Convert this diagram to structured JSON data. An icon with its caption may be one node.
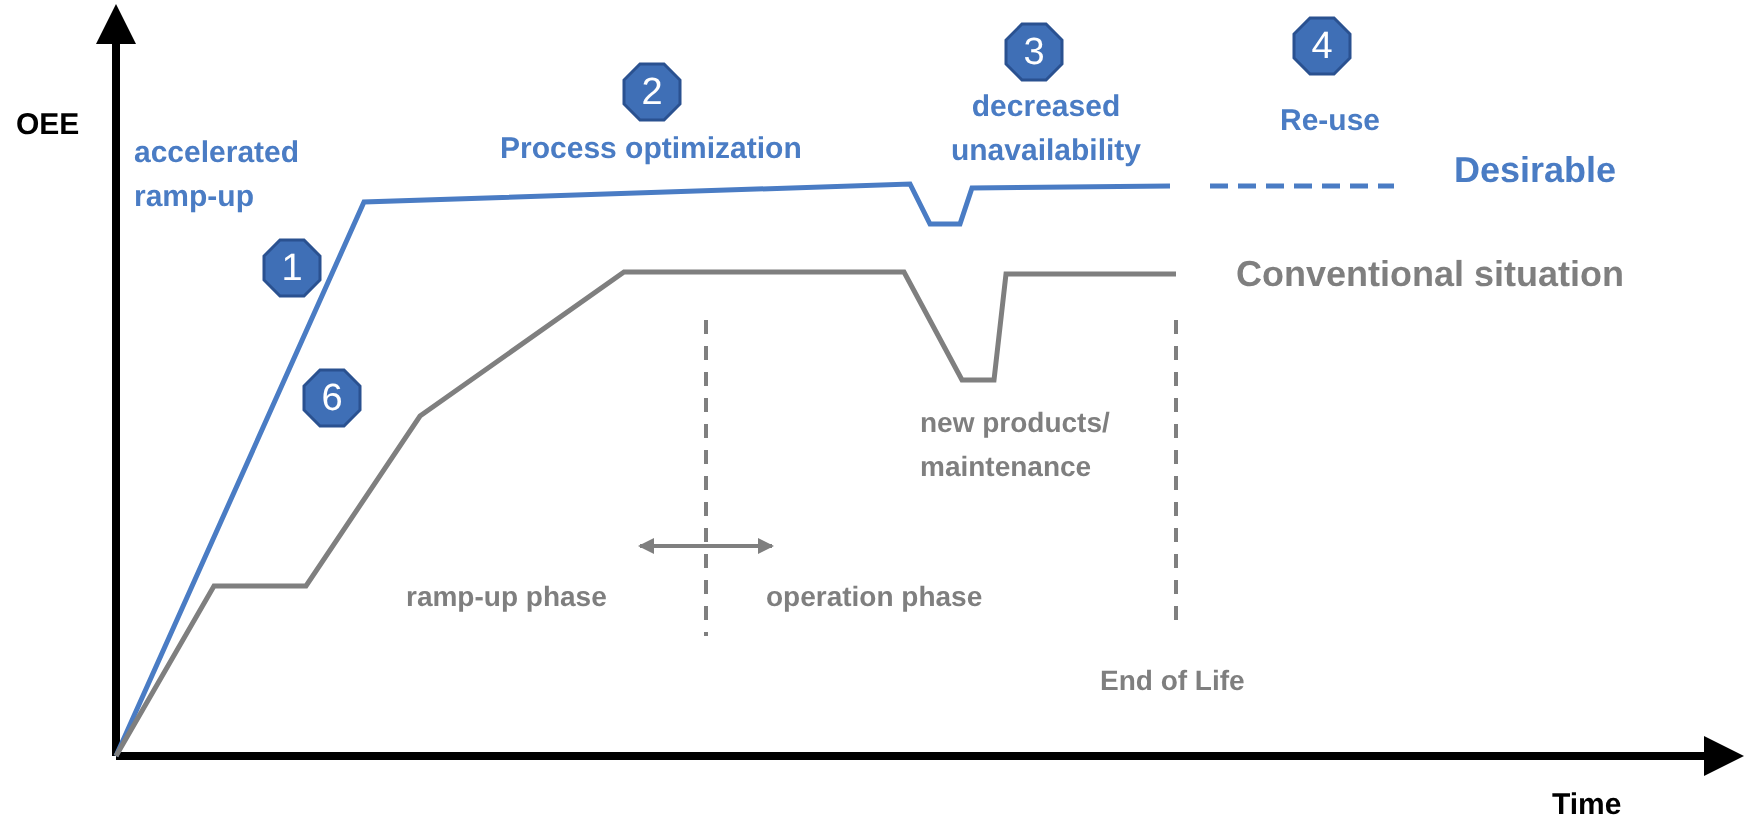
{
  "diagram": {
    "nodes": [
      {
        "text": [
          "1"
        ],
        "beside": [
          "accelerated ramp-up"
        ]
      },
      {
        "text": [
          "2"
        ],
        "beside": [
          "Process optimization"
        ]
      },
      {
        "text": [
          "3"
        ],
        "beside": [
          "decreased unavailability"
        ]
      },
      {
        "text": [
          "4"
        ],
        "beside": [
          "Re-use"
        ]
      },
      {
        "text": [
          "6"
        ]
      }
    ],
    "labels": [
      "OEE",
      "Desirable",
      "Conventional situation",
      "new products/ maintenance",
      "ramp-up phase",
      "operation phase",
      "End of Life",
      "Time"
    ]
  }
}
